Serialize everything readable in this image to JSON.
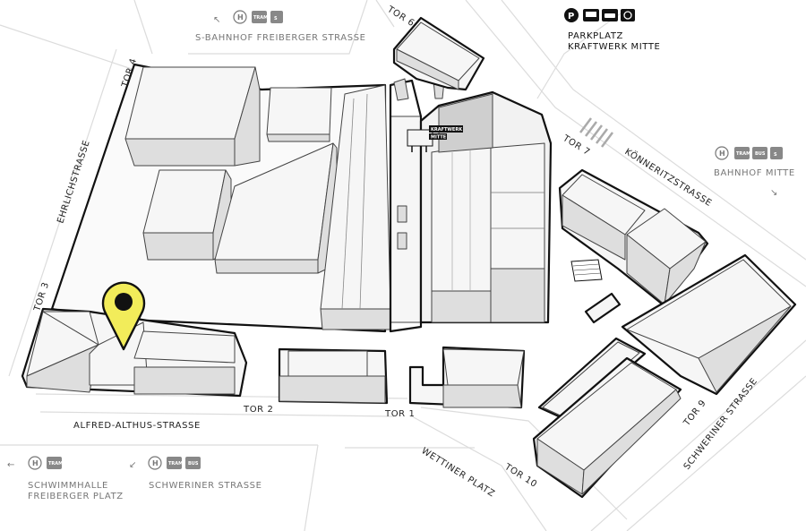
{
  "streets": {
    "ehrlichstrasse": "EHRLICHSTRASSE",
    "alfred_althus": "ALFRED-ALTHUS-STRASSE",
    "koenneritzstrasse": "KÖNNERITZSTRASSE",
    "schweriner_strasse": "SCHWERINER STRASSE",
    "wettiner_platz": "WETTINER PLATZ"
  },
  "gates": {
    "tor1": "TOR 1",
    "tor2": "TOR 2",
    "tor3": "TOR 3",
    "tor4": "TOR 4",
    "tor6": "TOR 6",
    "tor7": "TOR 7",
    "tor9": "TOR 9",
    "tor10": "TOR 10"
  },
  "transit": {
    "s_bahnhof": "S-BAHNHOF FREIBERGER STRASSE",
    "bahnhof_mitte": "BAHNHOF MITTE",
    "schwimmhalle_line1": "SCHWIMMHALLE",
    "schwimmhalle_line2": "FREIBERGER PLATZ",
    "schweriner_stop": "SCHWERINER STRASSE",
    "h_symbol": "H",
    "tram": "TRAM",
    "bus": "BUS",
    "s_symbol": "S",
    "p_symbol": "P"
  },
  "parking": {
    "line1": "PARKPLATZ",
    "line2": "KRAFTWERK MITTE"
  },
  "sign": {
    "line1": "KRAFTWERK",
    "line2": "MITTE"
  },
  "arrows": {
    "nw": "↖",
    "se": "↘",
    "sw": "↙",
    "w": "←"
  },
  "colors": {
    "marker": "#f2ec5a",
    "outline": "#111111",
    "street_line": "#dcdcdc",
    "label_gray": "#777777"
  }
}
